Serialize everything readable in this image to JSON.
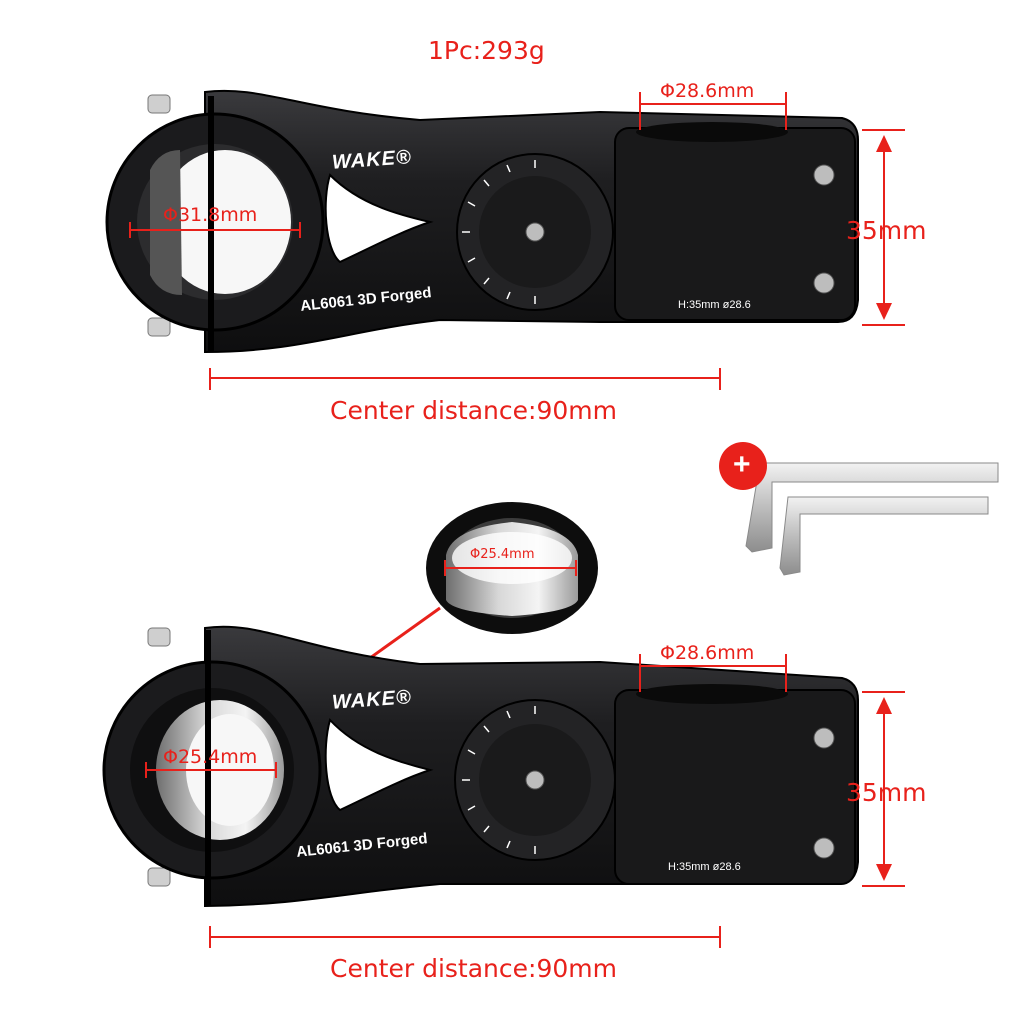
{
  "weight_label": "1Pc:293g",
  "top_stem": {
    "handlebar_clamp": "Φ31.8mm",
    "steerer_clamp": "Φ28.6mm",
    "stack_height": "35mm",
    "center_distance": "Center distance:90mm",
    "brand": "WAKE®",
    "material": "AL6061 3D Forged",
    "spec_text": "H:35mm ø28.6"
  },
  "shim": {
    "diameter": "Φ25.4mm"
  },
  "bottom_stem": {
    "handlebar_clamp": "Φ25.4mm",
    "steerer_clamp": "Φ28.6mm",
    "stack_height": "35mm",
    "center_distance": "Center distance:90mm",
    "brand": "WAKE®",
    "material": "AL6061 3D Forged",
    "spec_text": "H:35mm ø28.6"
  },
  "accessory_badge": "+",
  "colors": {
    "dimension_red": "#e8211b",
    "stem_black": "#1c1c1e",
    "background": "#ffffff"
  }
}
